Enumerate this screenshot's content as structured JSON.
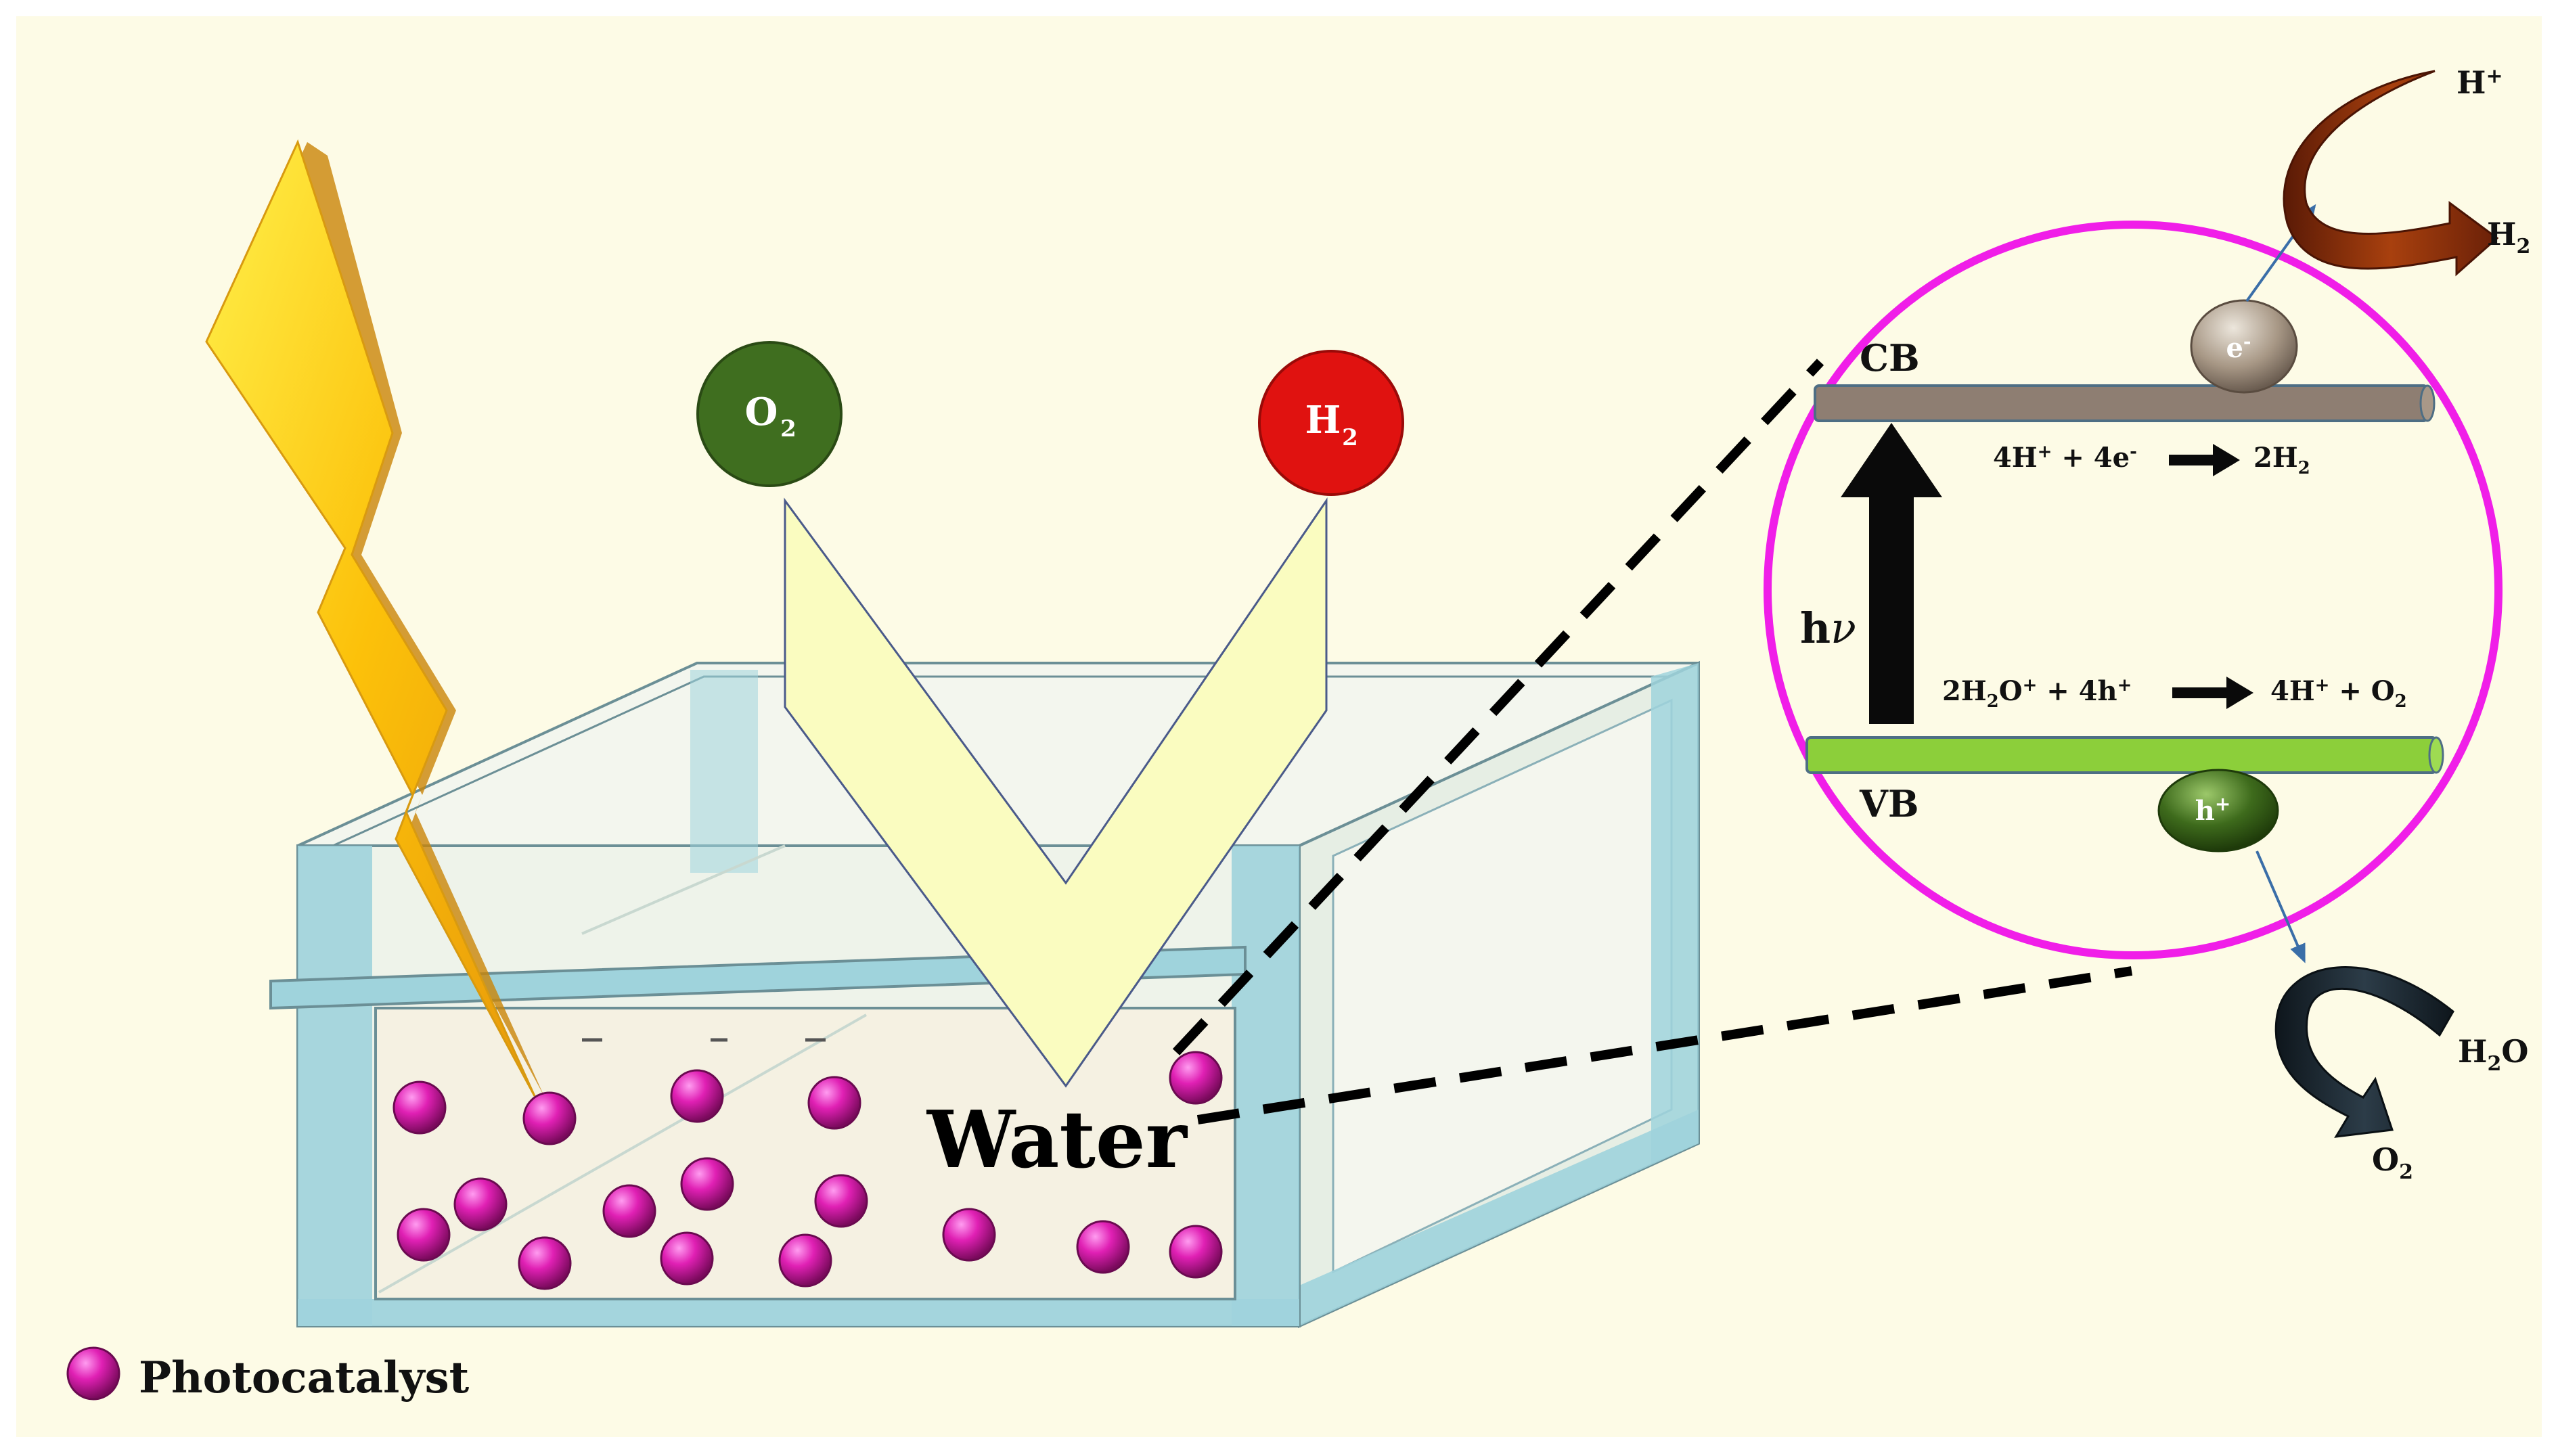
{
  "labels": {
    "o2_bubble": "O",
    "o2_bubble_sub": "2",
    "h2_bubble": "H",
    "h2_bubble_sub": "2",
    "water": "Water",
    "legend": "Photocatalyst",
    "cb": "CB",
    "vb": "VB",
    "hv_h": "h",
    "hv_nu": "ν",
    "electron": "e",
    "electron_sup": "-",
    "hole": "h",
    "hole_sup": "+",
    "reduction": {
      "a": "4H",
      "a_sup": "+",
      "b": " + 4e",
      "b_sup": "-",
      "c": "2H",
      "c_sub": "2"
    },
    "oxidation": {
      "a": "2H",
      "a_sub": "2",
      "b": "O",
      "b_sup": "+",
      "c": " + 4h",
      "c_sup": "+",
      "d": "4H",
      "d_sup": "+",
      "e": "  + O",
      "e_sub": "2"
    },
    "h_plus": "H",
    "h_plus_sup": "+",
    "h2_out": "H",
    "h2_out_sub": "2",
    "h2o_in_a": "H",
    "h2o_in_sub": "2",
    "h2o_in_b": "O",
    "o2_out": "O",
    "o2_out_sub": "2"
  },
  "colors": {
    "background": "#fdfbe6",
    "lightning": "#fcc10a",
    "o2_bubble": "#3f6e1f",
    "h2_bubble": "#e01210",
    "v_shape": "#fafcc0",
    "photocatalyst": "#e020b4",
    "tank_glass": "#9fd3dc",
    "circle_outline": "#f01ee8",
    "cb_band": "#8e7e72",
    "vb_band": "#8ccf3a",
    "hole": "#3e6b1c",
    "h_arrow": "#8c2a0a",
    "o_arrow": "#1c2a33"
  }
}
